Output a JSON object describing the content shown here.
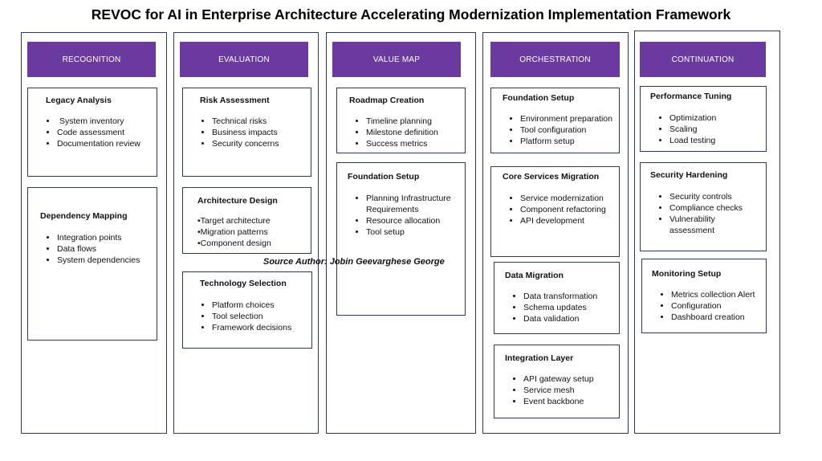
{
  "title": "REVOC for AI in Enterprise Architecture Accelerating Modernization Implementation Framework",
  "source": "Source Author: Jobin Geevarghese George",
  "columns": [
    {
      "header": "RECOGNITION",
      "cards": [
        {
          "title": "Legacy Analysis",
          "items": [
            "System inventory",
            "Code assessment",
            "Documentation review"
          ]
        },
        {
          "title": "Dependency Mapping",
          "items": [
            "Integration points",
            "Data flows",
            "System dependencies"
          ]
        }
      ]
    },
    {
      "header": "EVALUATION",
      "cards": [
        {
          "title": "Risk Assessment",
          "items": [
            "Technical risks",
            "Business impacts",
            "Security concerns"
          ]
        },
        {
          "title": "Architecture Design",
          "lines": [
            "•Target architecture",
            "•Migration patterns",
            "•Component design"
          ]
        },
        {
          "title": "Technology Selection",
          "items": [
            "Platform choices",
            "Tool selection",
            "Framework decisions"
          ]
        }
      ]
    },
    {
      "header": "VALUE MAP",
      "cards": [
        {
          "title": "Roadmap Creation",
          "items": [
            "Timeline planning",
            "Milestone definition",
            "Success metrics"
          ]
        },
        {
          "title": "Foundation Setup",
          "items": [
            "Planning Infrastructure Requirements",
            "Resource allocation",
            "Tool setup"
          ]
        }
      ]
    },
    {
      "header": "ORCHESTRATION",
      "cards": [
        {
          "title": "Foundation Setup",
          "items": [
            "Environment preparation",
            "Tool configuration",
            "Platform setup"
          ]
        },
        {
          "title": "Core Services Migration",
          "items": [
            "Service modernization",
            "Component refactoring",
            "API development"
          ]
        },
        {
          "title": "Data Migration",
          "items": [
            "Data transformation",
            "Schema updates",
            "Data validation"
          ]
        },
        {
          "title": "Integration Layer",
          "items": [
            "API gateway setup",
            "Service mesh",
            "Event backbone"
          ]
        }
      ]
    },
    {
      "header": "CONTINUATION",
      "cards": [
        {
          "title": "Performance Tuning",
          "items": [
            "Optimization",
            "Scaling",
            "Load testing"
          ]
        },
        {
          "title": "Security Hardening",
          "items": [
            "Security controls",
            "Compliance checks",
            "Vulnerability assessment"
          ]
        },
        {
          "title": "Monitoring Setup",
          "items": [
            "Metrics collection Alert",
            "Configuration",
            "Dashboard creation"
          ]
        }
      ]
    }
  ]
}
